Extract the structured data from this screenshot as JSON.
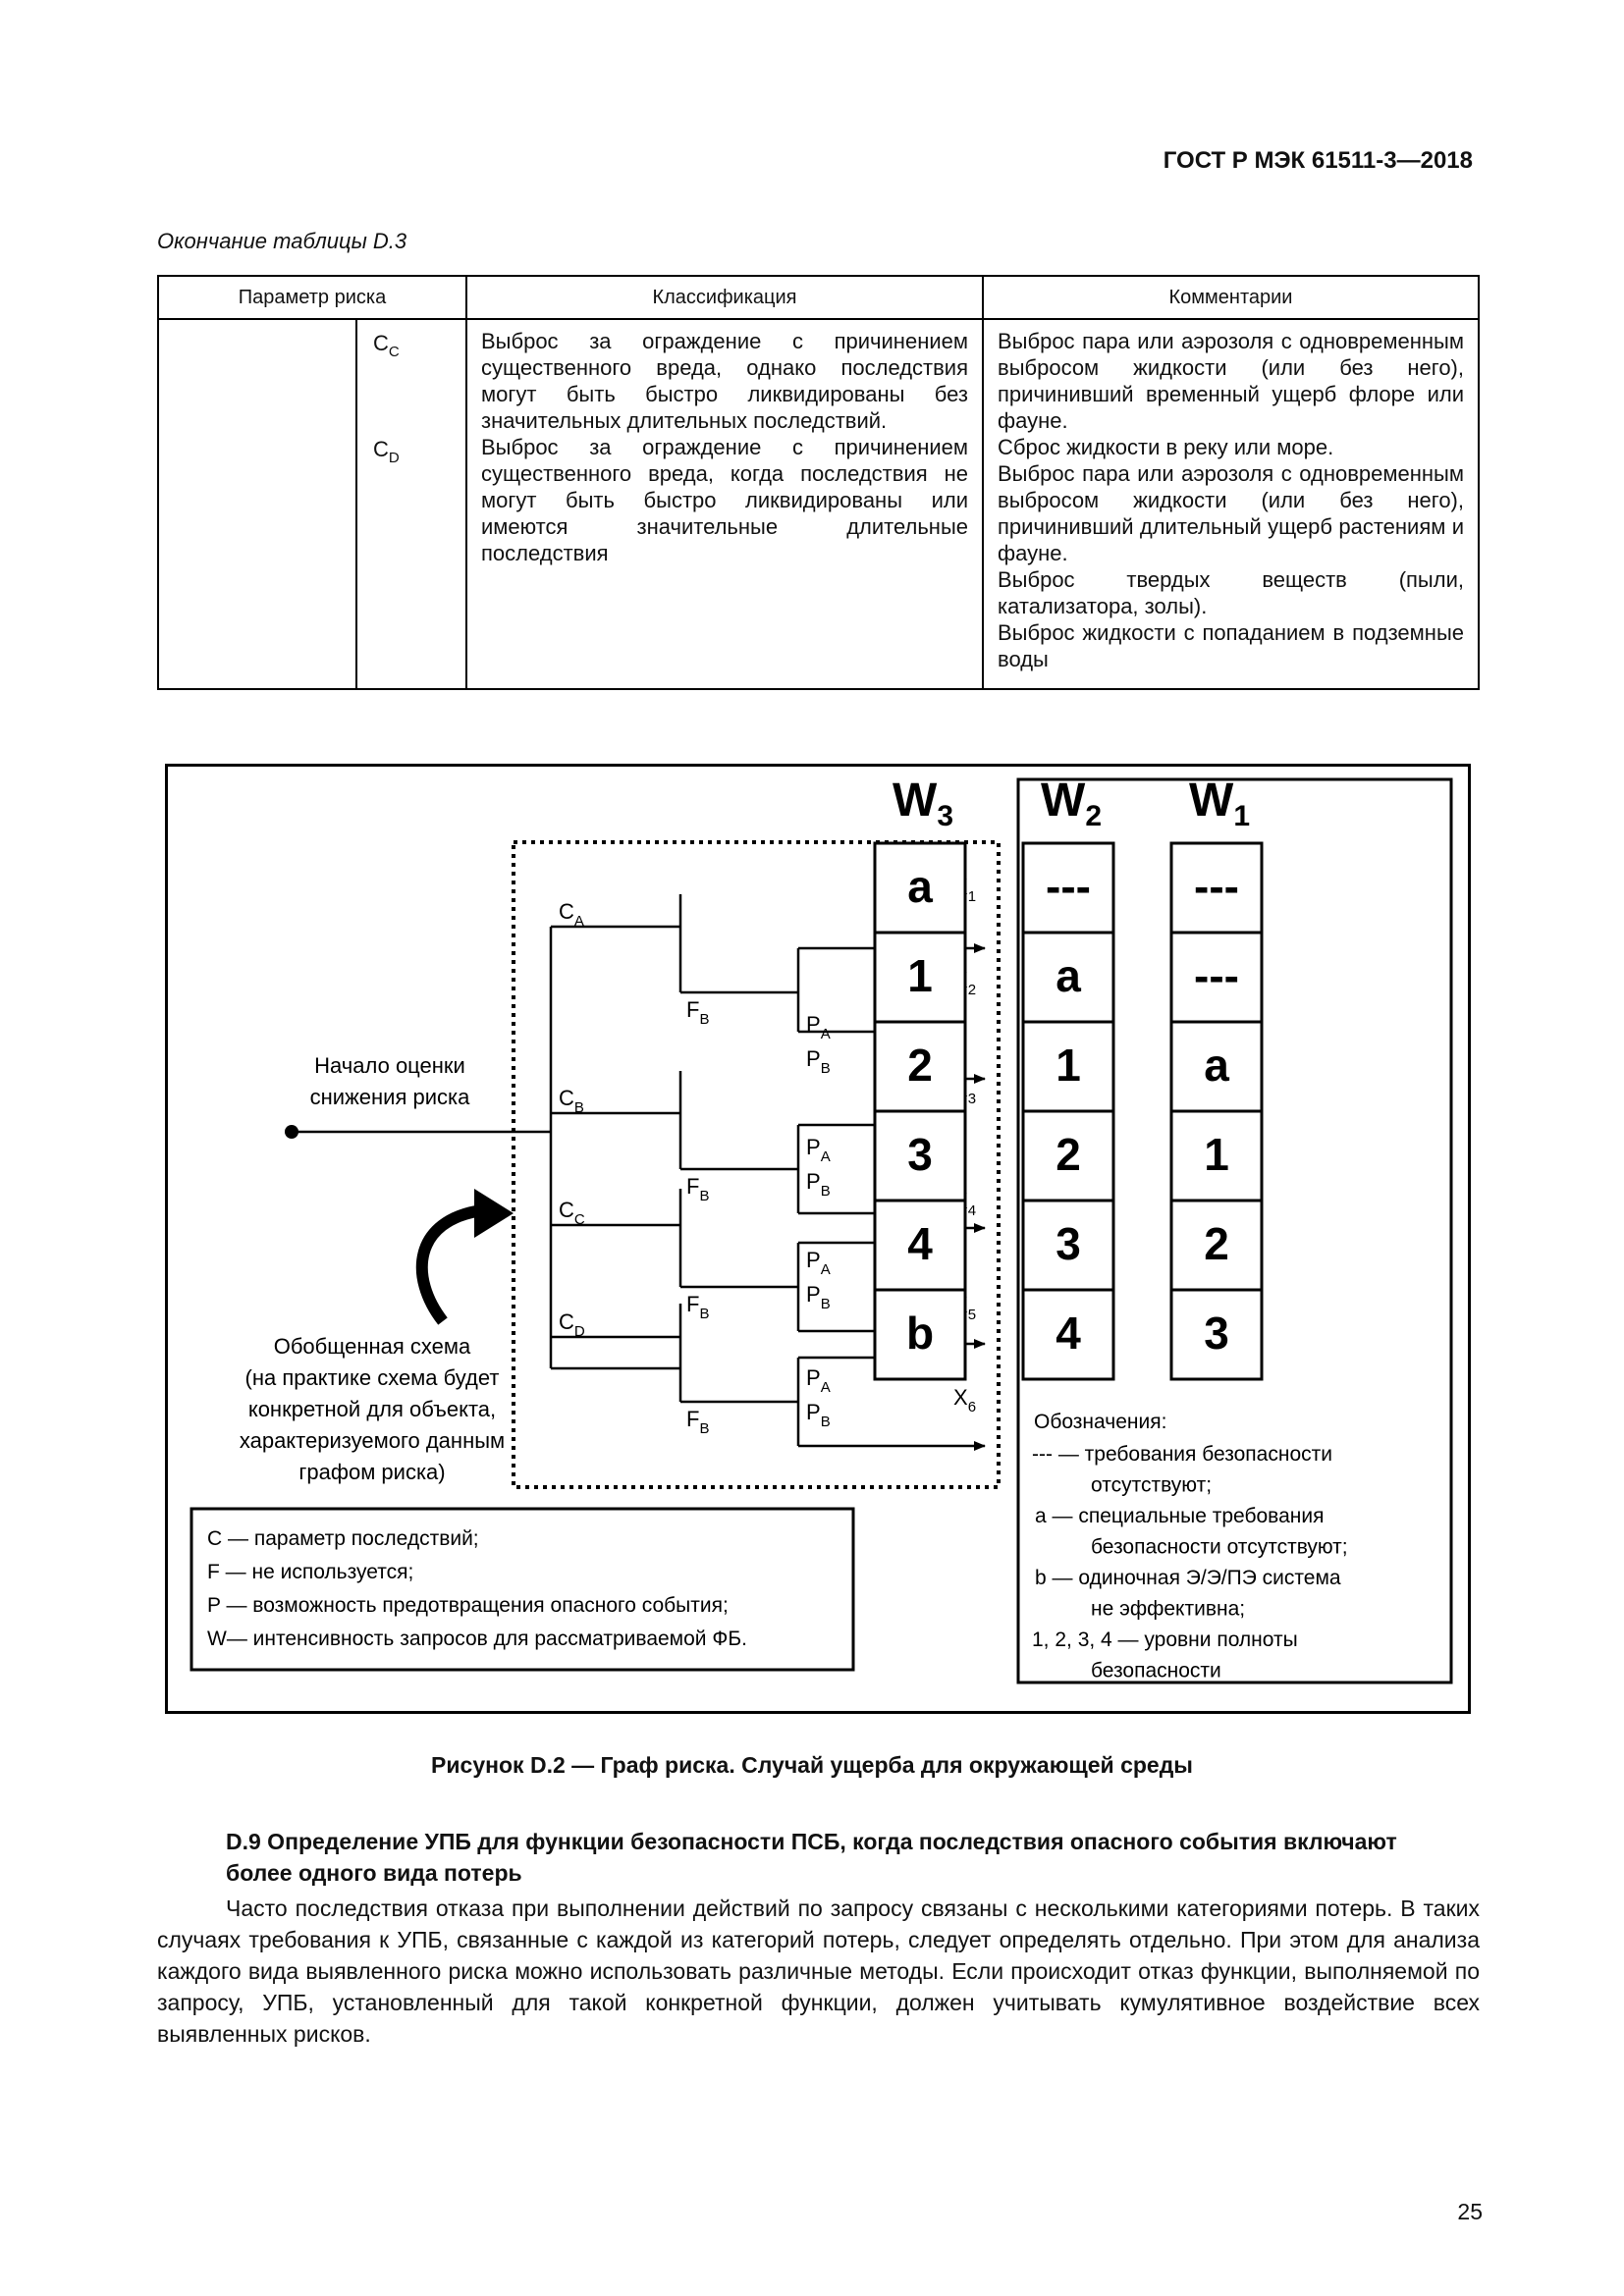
{
  "header": {
    "standard": "ГОСТ Р МЭК 61511-3—2018"
  },
  "table": {
    "caption": "Окончание таблицы D.3",
    "columns": [
      "Параметр риска",
      "Классификация",
      "Комментарии"
    ],
    "symbols": [
      {
        "main": "C",
        "sub": "C"
      },
      {
        "main": "C",
        "sub": "D"
      }
    ],
    "classification": [
      "Выброс за ограждение с причинением существенного вреда, однако последствия могут быть быстро ликвидированы без значительных длительных последствий.",
      "Выброс за ограждение с причинением существенного вреда, когда последствия не могут быть быстро ликвидированы или имеются значительные длительные последствия"
    ],
    "comments": [
      "Выброс пара или аэрозоля с одновременным выбросом жидкости (или без него), причинивший временный ущерб флоре или фауне.",
      "Сброс жидкости в реку или море.",
      "Выброс пара или аэрозоля с одновременным выбросом жидкости (или без него), причинивший длительный ущерб растениям и фауне.",
      "Выброс твердых веществ (пыли, катализатора, золы).",
      "Выброс жидкости с попаданием в подземные воды"
    ]
  },
  "figure": {
    "start_label": [
      "Начало оценки",
      "снижения риска"
    ],
    "generic_label": [
      "Обобщенная схема",
      "(на практике схема будет",
      "конкретной для объекта,",
      "характеризуемого данным",
      "графом риска)"
    ],
    "c_params": [
      "C",
      "C",
      "C",
      "C"
    ],
    "c_subs": [
      "A",
      "B",
      "C",
      "D"
    ],
    "f_label": "F",
    "f_sub": "B",
    "p_label": "P",
    "pa_sub": "A",
    "pb_sub": "B",
    "x_label": "X",
    "x_subs": [
      "1",
      "2",
      "3",
      "4",
      "5",
      "6"
    ],
    "w_headers": [
      {
        "main": "W",
        "sub": "3"
      },
      {
        "main": "W",
        "sub": "2"
      },
      {
        "main": "W",
        "sub": "1"
      }
    ],
    "w_columns": [
      [
        "a",
        "1",
        "2",
        "3",
        "4",
        "b"
      ],
      [
        "---",
        "a",
        "1",
        "2",
        "3",
        "4"
      ],
      [
        "---",
        "---",
        "a",
        "1",
        "2",
        "3"
      ]
    ],
    "legend_left": [
      "C — параметр последствий;",
      "F — не используется;",
      "P — возможность предотвращения опасного события;",
      "W— интенсивность запросов для рассматриваемой ФБ."
    ],
    "legend_right_title": "Обозначения:",
    "legend_right": [
      "--- — требования безопасности",
      "отсутствуют;",
      "a — специальные требования",
      "безопасности отсутствуют;",
      "b — одиночная Э/Э/ПЭ система",
      "не эффективна;",
      "1, 2, 3, 4 — уровни полноты",
      "безопасности"
    ],
    "caption": "Рисунок D.2 — Граф риска. Случай ущерба для окружающей среды"
  },
  "section": {
    "title": "D.9 Определение УПБ для функции безопасности ПСБ, когда последствия опасного события включают более одного вида потерь",
    "body": "Часто последствия отказа при выполнении действий по запросу связаны с несколькими категориями потерь. В таких случаях требования к УПБ, связанные с каждой из категорий потерь, следует определять отдельно. При этом для анализа каждого вида выявленного риска можно использовать различные методы. Если происходит отказ функции, выполняемой по запросу, УПБ, установленный для такой конкретной функции, должен учитывать кумулятивное воздействие всех выявленных рисков."
  },
  "page_number": "25"
}
